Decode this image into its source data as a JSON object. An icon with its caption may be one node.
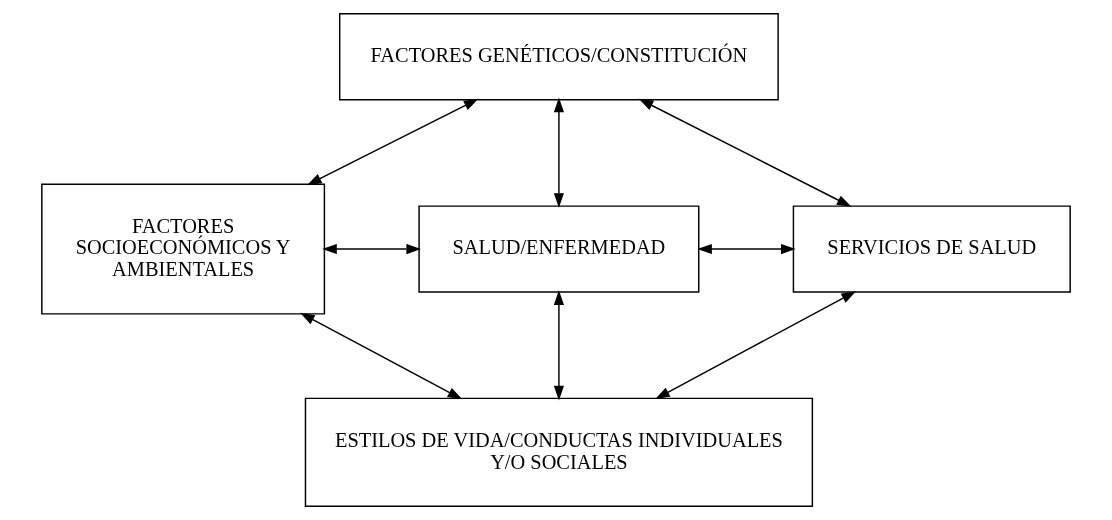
{
  "diagram": {
    "nodes": [
      {
        "text": [
          "FACTORES GENÉTICOS/CONSTITUCIÓN"
        ]
      },
      {
        "text": [
          "FACTORES SOCIOECONÓMICOS Y AMBIENTALES"
        ]
      },
      {
        "text": [
          "SALUD/ENFERMEDAD"
        ]
      },
      {
        "text": [
          "SERVICIOS DE SALUD"
        ]
      },
      {
        "text": [
          "ESTILOS DE VIDA/CONDUCTAS INDIVIDUALES Y/O SOCIALES"
        ]
      }
    ],
    "edges": [
      {
        "from": 0,
        "to": 1,
        "arrow": "both"
      },
      {
        "from": 0,
        "to": 2,
        "arrow": "both"
      },
      {
        "from": 0,
        "to": 3,
        "arrow": "both"
      },
      {
        "from": 1,
        "to": 2,
        "arrow": "both"
      },
      {
        "from": 2,
        "to": 3,
        "arrow": "both"
      },
      {
        "from": 1,
        "to": 4,
        "arrow": "both"
      },
      {
        "from": 2,
        "to": 4,
        "arrow": "both"
      },
      {
        "from": 3,
        "to": 4,
        "arrow": "both"
      }
    ]
  }
}
